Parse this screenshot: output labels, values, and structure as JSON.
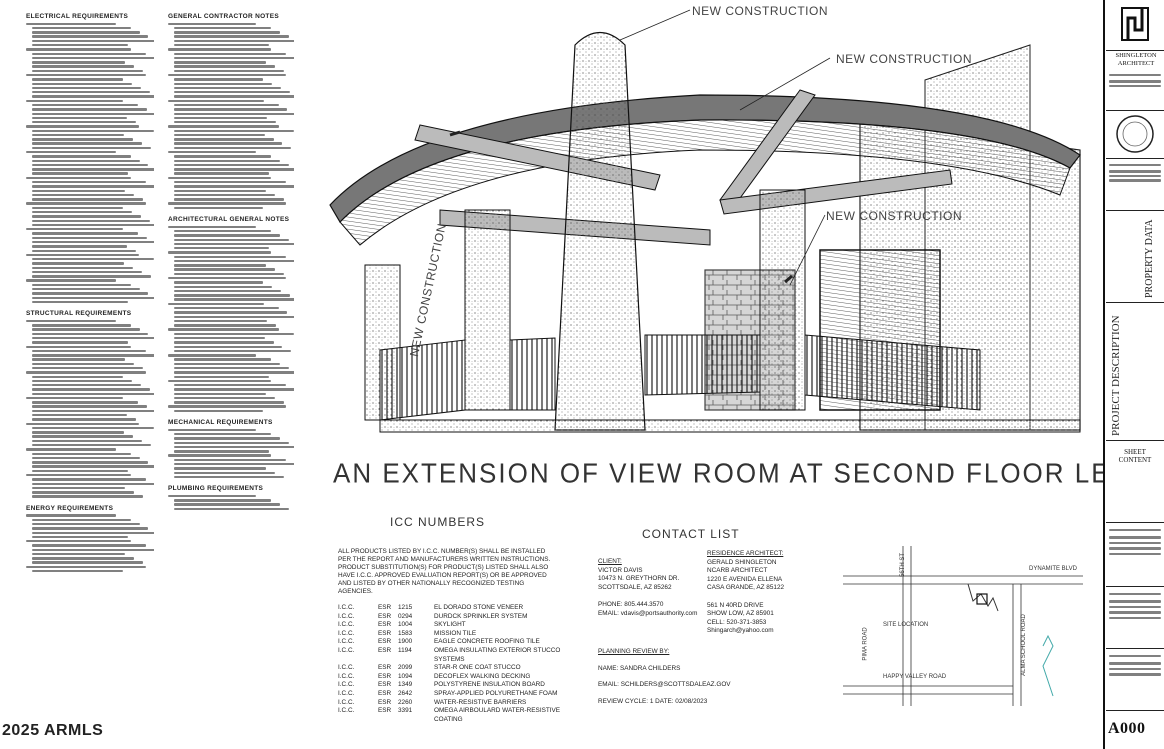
{
  "drawing": {
    "title": "AN EXTENSION OF VIEW ROOM AT SECOND FLOOR LEVEL",
    "callouts": [
      "NEW CONSTRUCTION",
      "NEW CONSTRUCTION",
      "NEW CONSTRUCTION",
      "NEW CONSTRUCTION"
    ]
  },
  "notes": {
    "electrical": "ELECTRICAL REQUIREMENTS",
    "structural": "STRUCTURAL REQUIREMENTS",
    "energy": "ENERGY REQUIREMENTS",
    "general_contractor": "GENERAL CONTRACTOR NOTES",
    "architectural": "ARCHITECTURAL GENERAL NOTES",
    "mechanical": "MECHANICAL REQUIREMENTS",
    "plumbing": "PLUMBING REQUIREMENTS"
  },
  "icc": {
    "title": "ICC NUMBERS",
    "intro": "ALL PRODUCTS LISTED BY I.C.C. NUMBER(S) SHALL BE INSTALLED PER THE REPORT AND MANUFACTURERS WRITTEN INSTRUCTIONS. PRODUCT SUBSTITUTION(S) FOR PRODUCT(S) LISTED SHALL ALSO HAVE I.C.C. APPROVED EVALUATION REPORT(S) OR BE APPROVED AND LISTED BY OTHER NATIONALLY RECOGNIZED TESTING AGENCIES.",
    "rows": [
      {
        "org": "I.C.C.",
        "esr": "ESR",
        "num": "1215",
        "desc": "EL DORADO STONE VENEER"
      },
      {
        "org": "I.C.C.",
        "esr": "ESR",
        "num": "0294",
        "desc": "DURDCK SPRINKLER SYSTEM"
      },
      {
        "org": "I.C.C.",
        "esr": "ESR",
        "num": "1004",
        "desc": "SKYLIGHT"
      },
      {
        "org": "I.C.C.",
        "esr": "ESR",
        "num": "1583",
        "desc": "MISSION TILE"
      },
      {
        "org": "I.C.C.",
        "esr": "ESR",
        "num": "1900",
        "desc": "EAGLE CONCRETE ROOFING TILE"
      },
      {
        "org": "I.C.C.",
        "esr": "ESR",
        "num": "1194",
        "desc": "OMEGA INSULATING EXTERIOR STUCCO SYSTEMS"
      },
      {
        "org": "I.C.C.",
        "esr": "ESR",
        "num": "2099",
        "desc": "STAR-R ONE COAT STUCCO"
      },
      {
        "org": "I.C.C.",
        "esr": "ESR",
        "num": "1094",
        "desc": "DECOFLEX WALKING DECKING"
      },
      {
        "org": "I.C.C.",
        "esr": "ESR",
        "num": "1349",
        "desc": "POLYSTYRENE INSULATION BOARD"
      },
      {
        "org": "I.C.C.",
        "esr": "ESR",
        "num": "2642",
        "desc": "SPRAY-APPLIED POLYURETHANE FOAM"
      },
      {
        "org": "I.C.C.",
        "esr": "ESR",
        "num": "2260",
        "desc": "WATER-RESISTIVE BARRIERS"
      },
      {
        "org": "I.C.C.",
        "esr": "ESR",
        "num": "3391",
        "desc": "OMEGA AIRBOULARD WATER-RESISTIVE COATING"
      }
    ]
  },
  "contact": {
    "title": "CONTACT LIST",
    "client": {
      "heading": "CLIENT:",
      "lines": [
        "VICTOR DAVIS",
        "10473 N. GREYTHORN DR.",
        "SCOTTSDALE, AZ 85262",
        "",
        "PHONE: 805.444.3570",
        "EMAIL: vdavis@portsauthority.com"
      ]
    },
    "architect": {
      "heading": "RESIDENCE ARCHITECT:",
      "lines": [
        "GERALD SHINGLETON",
        "NCARB ARCHITECT",
        "1220 E AVENIDA ELLENA",
        "CASA GRANDE, AZ 85122",
        "",
        "561 N 40rd DRIVE",
        "SHOW LOW, AZ 85901",
        "CELL: 520-371-3853",
        "Shingarch@yahoo.com"
      ]
    },
    "review": {
      "heading": "PLANNING REVIEW BY:",
      "name": "NAME: SANDRA CHILDERS",
      "email": "EMAIL: SCHILDERS@SCOTTSDALEAZ.GOV",
      "cycle": "REVIEW CYCLE: 1 DATE: 02/08/2023"
    }
  },
  "map": {
    "labels": [
      "DYNAMITE BLVD",
      "SITE LOCATION",
      "PIMA ROAD",
      "ALMA SCHOOL ROAD",
      "HAPPY VALLEY ROAD",
      "56TH ST"
    ]
  },
  "titleblock": {
    "firm": "SHINGLETON ARCHITECT",
    "project_desc_label": "PROJECT DESCRIPTION",
    "property_data_label": "PROPERTY DATA",
    "sheet_content": "SHEET CONTENT",
    "sheet_number": "A000"
  },
  "watermark": "2025 ARMLS"
}
